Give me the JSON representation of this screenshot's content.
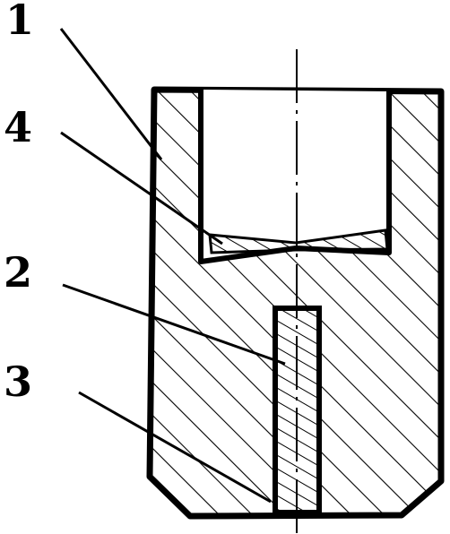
{
  "figure": {
    "labels": {
      "part_1": "1",
      "part_2": "2",
      "part_3": "3",
      "part_4": "4"
    },
    "colors": {
      "ink": "#000000",
      "background": "#ffffff"
    }
  }
}
